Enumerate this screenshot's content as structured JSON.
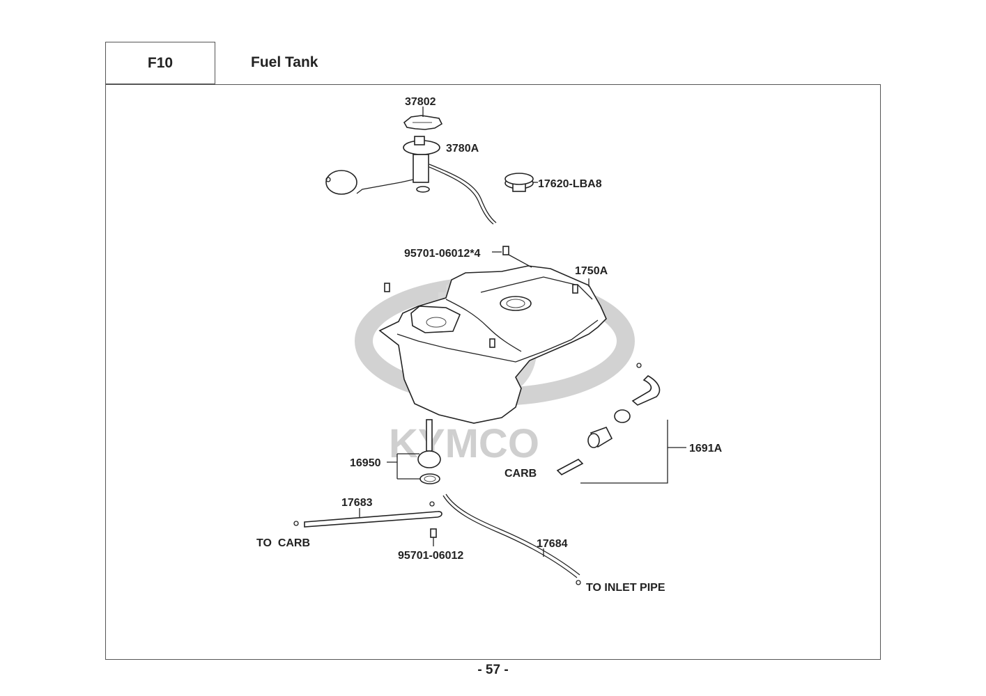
{
  "header": {
    "section_code": "F10",
    "section_title": "Fuel Tank"
  },
  "watermark": {
    "brand": "KYMCO"
  },
  "callouts": [
    {
      "id": "37802",
      "label": "37802",
      "part": "fuel-gauge-lock-ring"
    },
    {
      "id": "3780A",
      "label": "3780A",
      "part": "fuel-unit-sender"
    },
    {
      "id": "17620-LBA8",
      "label": "17620-LBA8",
      "part": "fuel-filler-cap"
    },
    {
      "id": "95701-06012x4",
      "label": "95701-06012*4",
      "part": "tank-mounting-bolts"
    },
    {
      "id": "1750A",
      "label": "1750A",
      "part": "fuel-tank"
    },
    {
      "id": "16950",
      "label": "16950",
      "part": "fuel-cock"
    },
    {
      "id": "17683",
      "label": "17683",
      "part": "fuel-tube"
    },
    {
      "id": "95701-06012",
      "label": "95701-06012",
      "part": "bolt"
    },
    {
      "id": "1691A",
      "label": "1691A",
      "part": "fuel-filter-assembly"
    },
    {
      "id": "17684",
      "label": "17684",
      "part": "vacuum-tube"
    }
  ],
  "annotations": {
    "to_carb": "TO  CARB",
    "carb": "CARB",
    "to_inlet_pipe": "TO INLET PIPE"
  },
  "footer": {
    "page_number": "- 57 -"
  }
}
